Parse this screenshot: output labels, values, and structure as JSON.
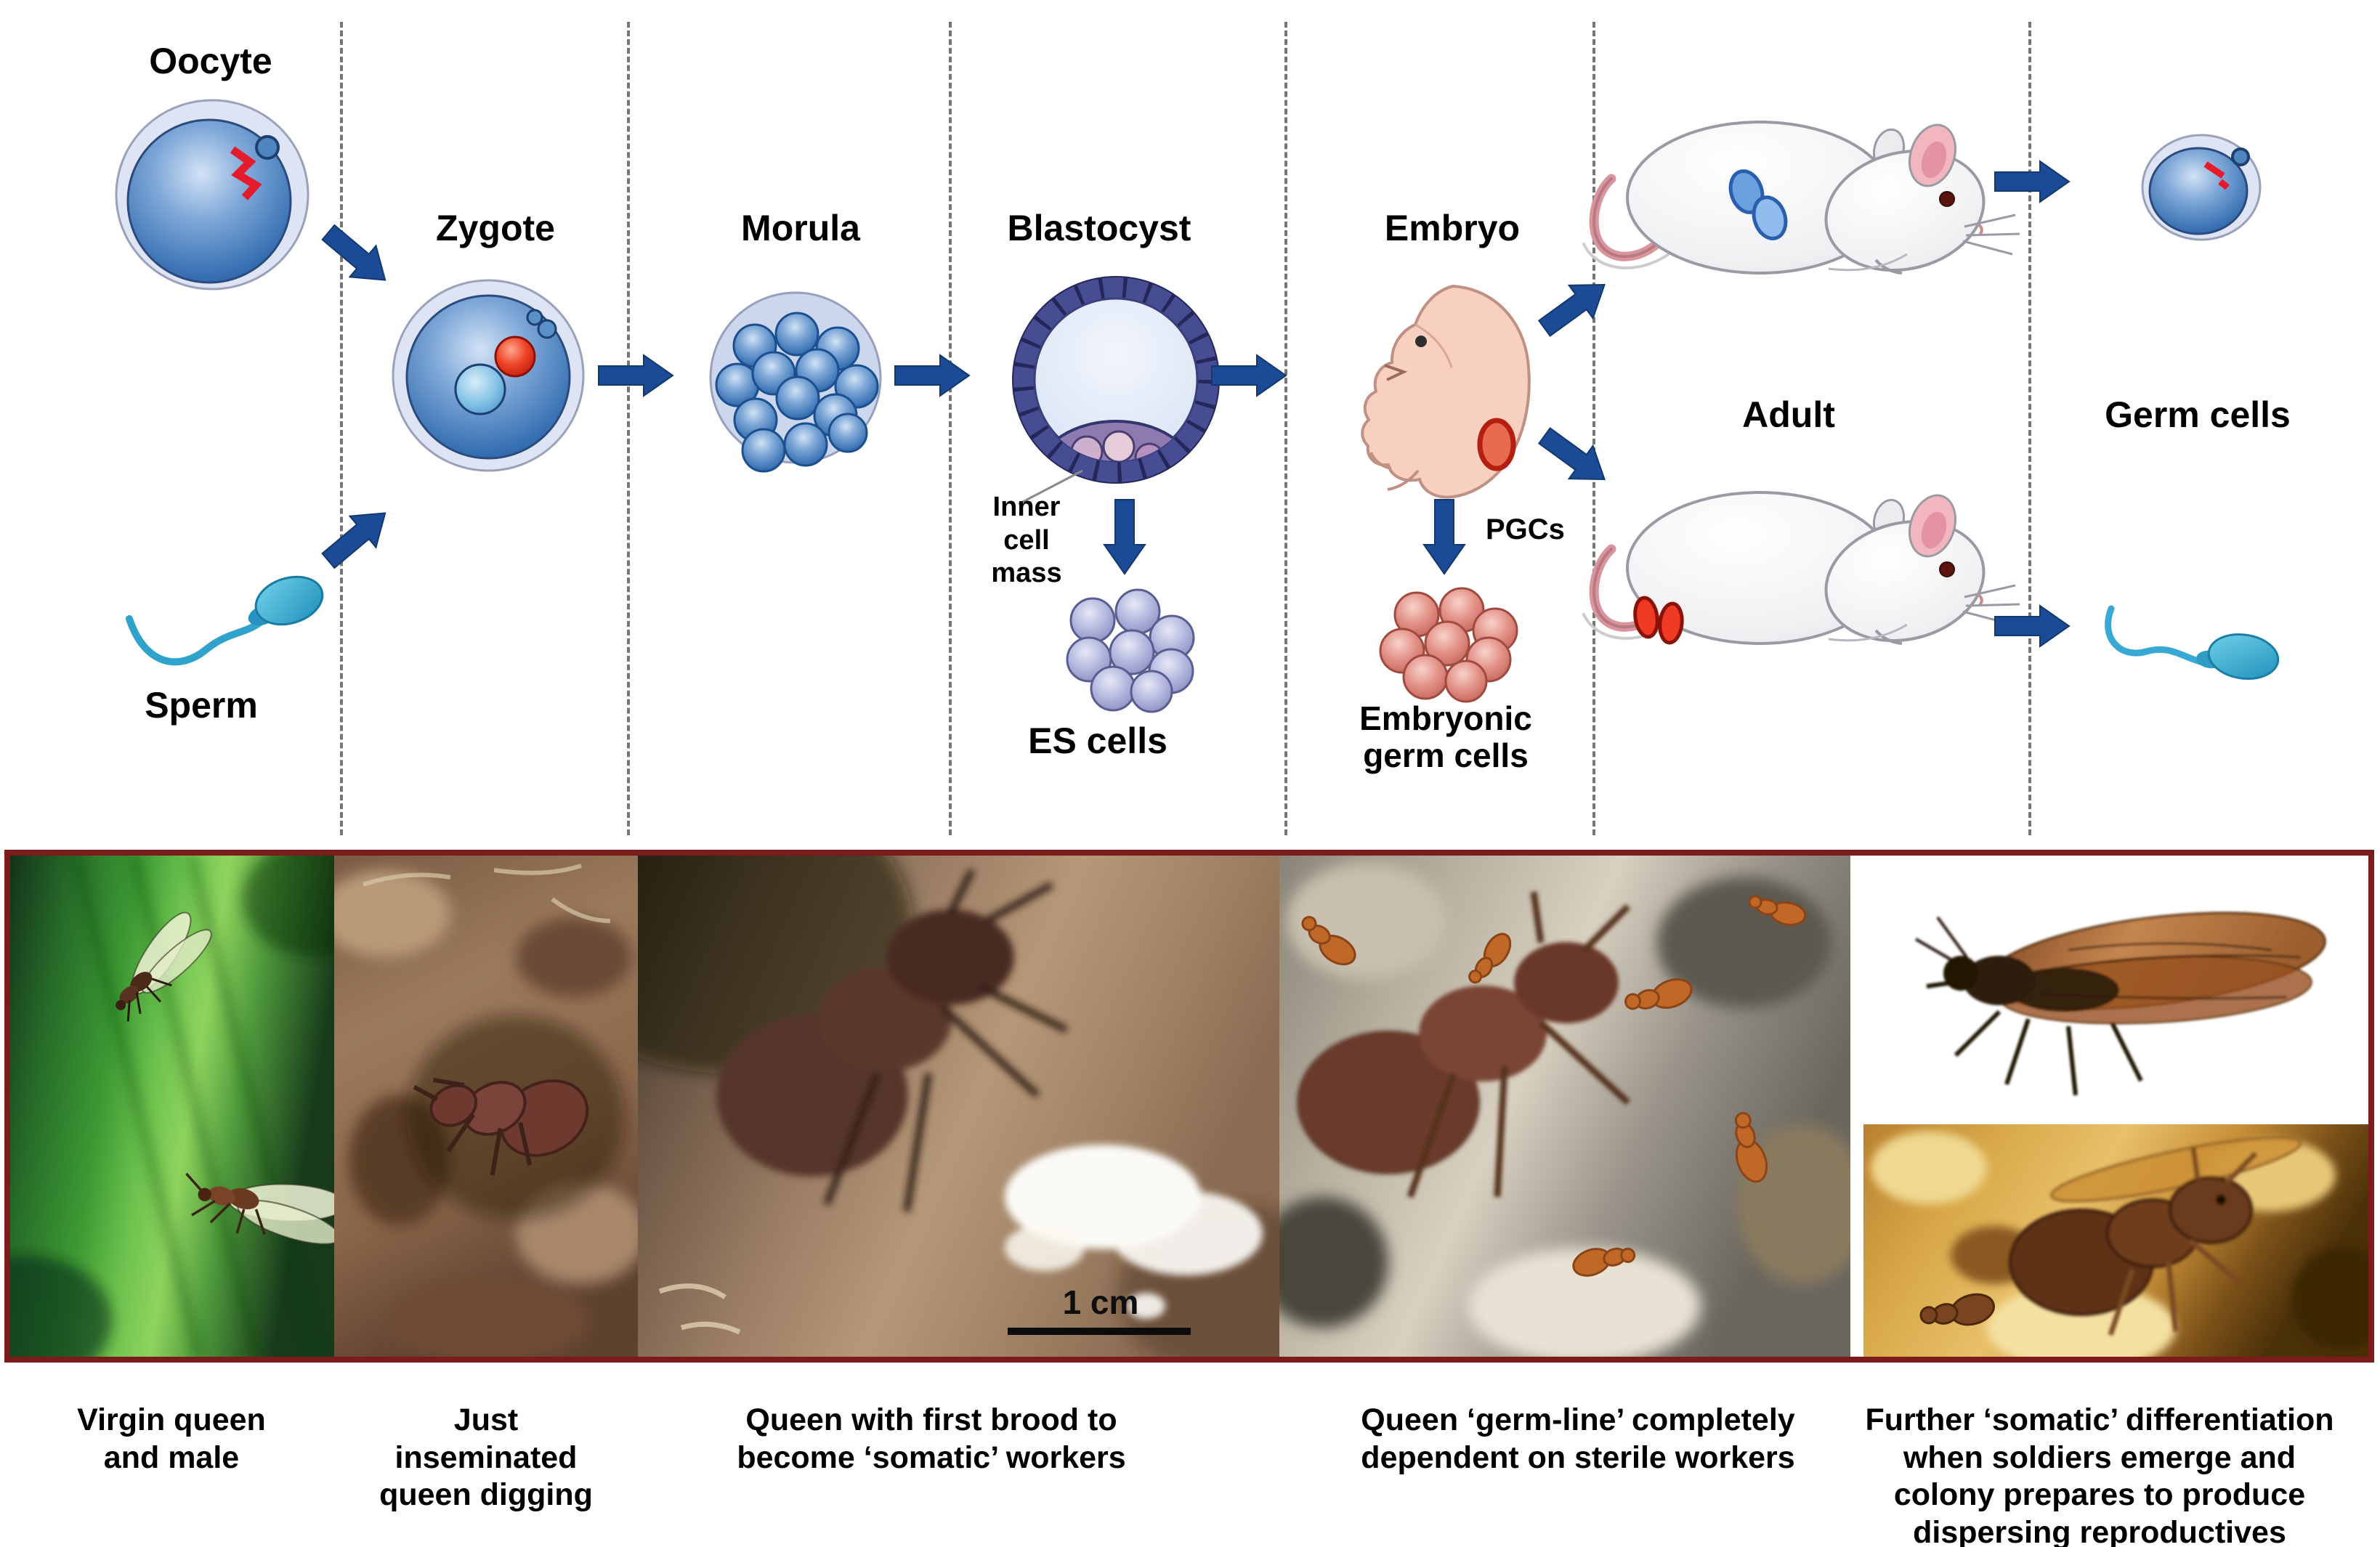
{
  "diagram": {
    "labels": {
      "oocyte": "Oocyte",
      "sperm": "Sperm",
      "zygote": "Zygote",
      "morula": "Morula",
      "blastocyst": "Blastocyst",
      "embryo": "Embryo",
      "adult": "Adult",
      "germ_cells": "Germ cells",
      "inner_cell_mass": "Inner\ncell\nmass",
      "es_cells": "ES cells",
      "pgcs": "PGCs",
      "embryonic_germ_cells": "Embryonic\ngerm cells"
    },
    "colors": {
      "arrow_navy": "#1B4B96",
      "divider_gray": "#767676",
      "cell_blue": "#2A62A8",
      "es_lavender": "#9AA2D2",
      "eg_salmon": "#E08277",
      "panel_border_maroon": "#7C1B1B"
    }
  },
  "photo_panel": {
    "scale_bar_label": "1 cm",
    "captions": [
      {
        "text": "Virgin queen\nand male"
      },
      {
        "text": "Just\ninseminated\nqueen digging"
      },
      {
        "text": "Queen with first brood to\nbecome ‘somatic’ workers"
      },
      {
        "text": "Queen ‘germ-line’ completely\ndependent on sterile workers"
      },
      {
        "text": "Further ‘somatic’ differentiation\nwhen soldiers emerge and\ncolony prepares to produce\ndispersing reproductives"
      }
    ]
  }
}
